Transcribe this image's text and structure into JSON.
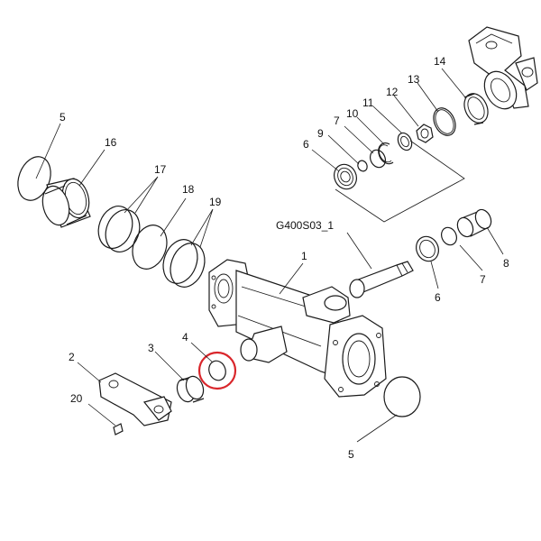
{
  "labels": {
    "p1": "1",
    "p2": "2",
    "p3": "3",
    "p4": "4",
    "p5a": "5",
    "p5b": "5",
    "p6a": "6",
    "p6b": "6",
    "p7a": "7",
    "p7b": "7",
    "p8": "8",
    "p9": "9",
    "p10": "10",
    "p11": "11",
    "p12": "12",
    "p13": "13",
    "p14": "14",
    "p16": "16",
    "p17": "17",
    "p18": "18",
    "p19": "19",
    "p20": "20",
    "assembly": "G400S03_1"
  },
  "highlight": {
    "part": "4",
    "color": "#d9262b"
  }
}
